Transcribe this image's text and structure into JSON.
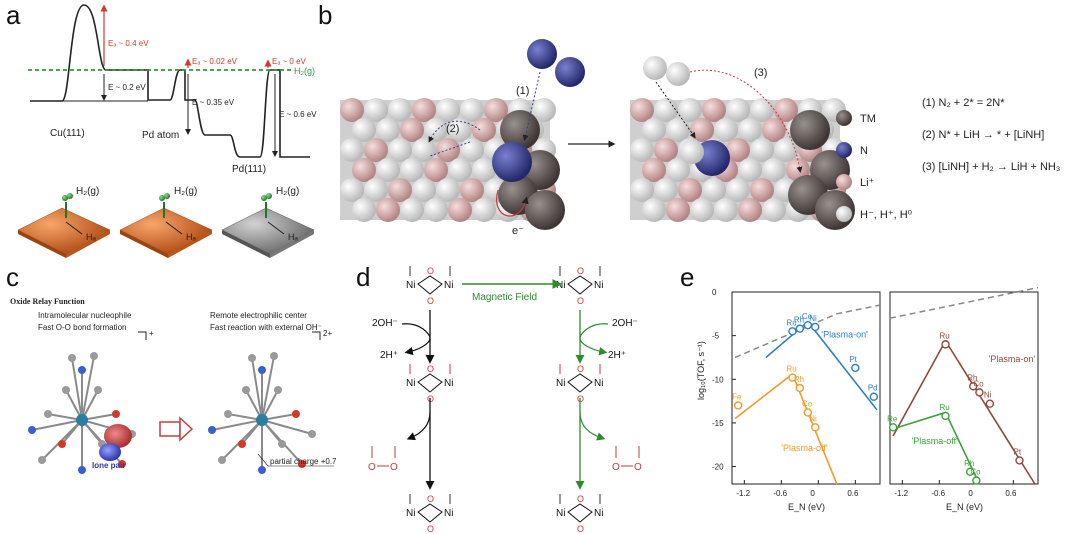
{
  "panel_labels": {
    "a": "a",
    "b": "b",
    "c": "c",
    "d": "d",
    "e": "e"
  },
  "panel_a": {
    "ea1": "Eₐ ~ 0.4 eV",
    "e1": "E ~ 0.2 eV",
    "ea2": "Eₐ ~ 0.02 eV",
    "e2": "E ~ 0.35 eV",
    "ea3": "Eₐ ~ 0 eV",
    "e3": "E ~ 0.6 eV",
    "h2g": "H₂(g)",
    "site1": "Cu(111)",
    "site2": "Pd atom",
    "site3": "Pd(111)",
    "slab_h2": "H₂(g)",
    "slab_ha": "Hₐ",
    "colors": {
      "red": "#d33a2a",
      "green": "#2e9a3a",
      "copper": "#d4651f",
      "grey": "#8a8a8a"
    }
  },
  "panel_b": {
    "step1": "(1)",
    "step2": "(2)",
    "step3": "(3)",
    "electron": "e⁻",
    "legend": [
      {
        "label": "TM",
        "color": "#6e6664"
      },
      {
        "label": "N",
        "color": "#3a3f8f"
      },
      {
        "label": "Li⁺",
        "color": "#e6bcbc"
      },
      {
        "label": "H⁻, H⁺, H⁰",
        "color": "#f2f2f2"
      }
    ],
    "eq1": "(1)  N₂ + 2* = 2N*",
    "eq2": "(2)  N* + LiH → * + [LiNH]",
    "eq3": "(3)  [LiNH] + H₂ → LiH + NH₃"
  },
  "panel_c": {
    "title": "Oxide Relay Function",
    "left1": "Intramolecular nucleophile",
    "left2": "Fast O-O bond formation",
    "right1": "Remote electrophilic center",
    "right2": "Fast reaction with external OH⁻",
    "charge_left": "+",
    "charge_right": "2+",
    "lone_pair": "lone pair",
    "partial": "partial charge +0.7"
  },
  "panel_d": {
    "magnetic": "Magnetic Field",
    "oh": "2OH⁻",
    "hplus": "2H⁺",
    "ni": "Ni",
    "o": "O"
  },
  "panel_e": {
    "ylabel": "log₁₀(TOF, s⁻¹)",
    "xlabel": "E_N (eV)",
    "plasma_on": "'Plasma-on'",
    "plasma_off": "'Plasma-off'",
    "colors": {
      "blue": "#2f7fc1",
      "orange": "#f39a2b",
      "brown": "#8c4a3c",
      "green": "#3aa33a",
      "dash": "#888888"
    }
  },
  "chart_data": [
    {
      "type": "line",
      "xlim": [
        -1.4,
        1.0
      ],
      "ylim": [
        -22,
        0
      ],
      "xticks": [
        "-1.2",
        "-0.6",
        "0",
        "0.6"
      ],
      "yticks": [
        "0",
        "-5",
        "-10",
        "-15",
        "-20"
      ],
      "series": [
        {
          "name": "'Plasma-on'",
          "points": [
            {
              "label": "Ru",
              "x": -0.42,
              "y": -4.5
            },
            {
              "label": "Rh",
              "x": -0.3,
              "y": -4.2
            },
            {
              "label": "Co",
              "x": -0.17,
              "y": -3.8
            },
            {
              "label": "Ni",
              "x": -0.05,
              "y": -4.0
            },
            {
              "label": "Pt",
              "x": 0.6,
              "y": -8.7
            },
            {
              "label": "Pd",
              "x": 0.9,
              "y": -12.0
            }
          ]
        },
        {
          "name": "'Plasma-off'",
          "points": [
            {
              "label": "Fe",
              "x": -1.3,
              "y": -13.0
            },
            {
              "label": "Ru",
              "x": -0.42,
              "y": -9.8
            },
            {
              "label": "Rh",
              "x": -0.3,
              "y": -11.0
            },
            {
              "label": "Co",
              "x": -0.17,
              "y": -13.8
            },
            {
              "label": "Ni",
              "x": -0.05,
              "y": -15.5
            }
          ]
        }
      ]
    },
    {
      "type": "line",
      "xlim": [
        -1.4,
        1.0
      ],
      "ylim": [
        -22,
        0
      ],
      "xticks": [
        "-1.2",
        "-0.6",
        "0",
        "0.6"
      ],
      "series": [
        {
          "name": "'Plasma-on'",
          "points": [
            {
              "label": "Ru",
              "x": -0.5,
              "y": -6.0
            },
            {
              "label": "Rh",
              "x": -0.05,
              "y": -10.8
            },
            {
              "label": "Co",
              "x": 0.05,
              "y": -11.5
            },
            {
              "label": "Ni",
              "x": 0.22,
              "y": -12.8
            },
            {
              "label": "Pt",
              "x": 0.7,
              "y": -19.3
            }
          ]
        },
        {
          "name": "'Plasma-off'",
          "points": [
            {
              "label": "Re",
              "x": -1.35,
              "y": -15.5
            },
            {
              "label": "Ru",
              "x": -0.5,
              "y": -14.2
            },
            {
              "label": "Rh",
              "x": -0.1,
              "y": -20.6
            },
            {
              "label": "Co",
              "x": 0.0,
              "y": -21.6
            }
          ]
        }
      ]
    }
  ]
}
